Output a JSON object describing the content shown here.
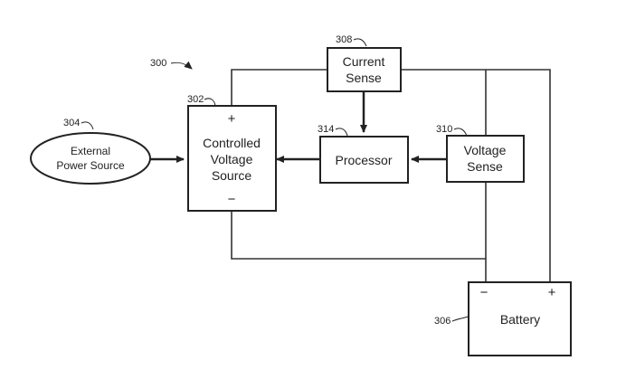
{
  "figure": {
    "number": "300",
    "blocks": {
      "external_power_source": {
        "ref": "304",
        "lines": [
          "External",
          "Power Source"
        ]
      },
      "controlled_voltage_source": {
        "ref": "302",
        "lines": [
          "Controlled",
          "Voltage",
          "Source"
        ],
        "plus": "+",
        "minus": "−"
      },
      "processor": {
        "ref": "314",
        "lines": [
          "Processor"
        ]
      },
      "current_sense": {
        "ref": "308",
        "lines": [
          "Current",
          "Sense"
        ]
      },
      "voltage_sense": {
        "ref": "310",
        "lines": [
          "Voltage",
          "Sense"
        ]
      },
      "battery": {
        "ref": "306",
        "lines": [
          "Battery"
        ],
        "minus": "−",
        "plus": "+"
      }
    }
  }
}
